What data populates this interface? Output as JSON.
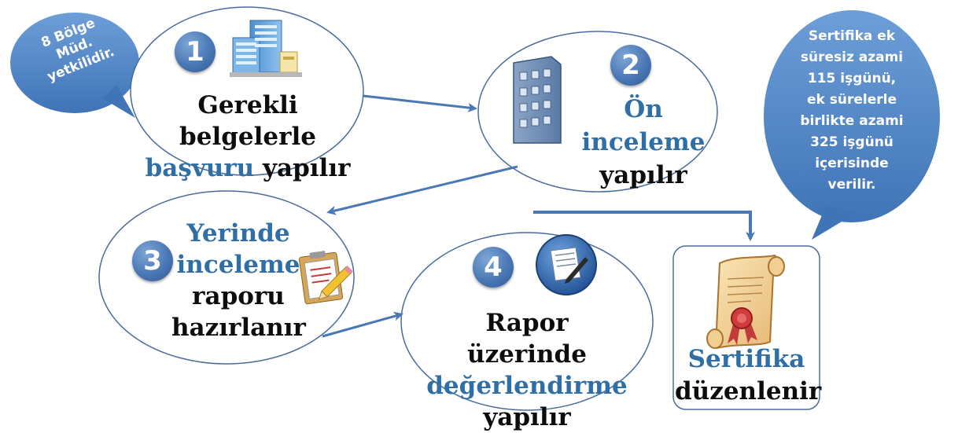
{
  "bubbles": {
    "left": {
      "lines": [
        "8 Bölge",
        "Müd.",
        "yetkilidir."
      ]
    },
    "right": {
      "lines": [
        "Sertifika ek",
        "süresiz azami",
        "115 işgünü,",
        "ek sürelerle",
        "birlikte azami",
        "325 işgünü",
        "içerisinde",
        "verilir."
      ]
    }
  },
  "steps": [
    {
      "number": "1",
      "icon": "office-buildings-icon",
      "line1": "Gerekli belgelerle",
      "highlight": "başvuru",
      "line2_rest": " yapılır"
    },
    {
      "number": "2",
      "icon": "office-tower-icon",
      "highlight": "Ön inceleme",
      "line2": "yapılır"
    },
    {
      "number": "3",
      "icon": "clipboard-pencil-icon",
      "highlight1": "Yerinde",
      "highlight2": "inceleme",
      "line3": "raporu",
      "line4": "hazırlanır"
    },
    {
      "number": "4",
      "icon": "document-pen-icon",
      "line1": "Rapor üzerinde",
      "highlight": "değerlendirme",
      "line3": "yapılır"
    }
  ],
  "certificate": {
    "icon": "certificate-scroll-icon",
    "highlight": "Sertifika",
    "line2": "düzenlenir"
  },
  "colors": {
    "accent_text": "#2f6fa6",
    "arrow": "#4a78b5",
    "bubble": "#4f86c6",
    "ellipse_stroke": "#4a6c9b"
  }
}
